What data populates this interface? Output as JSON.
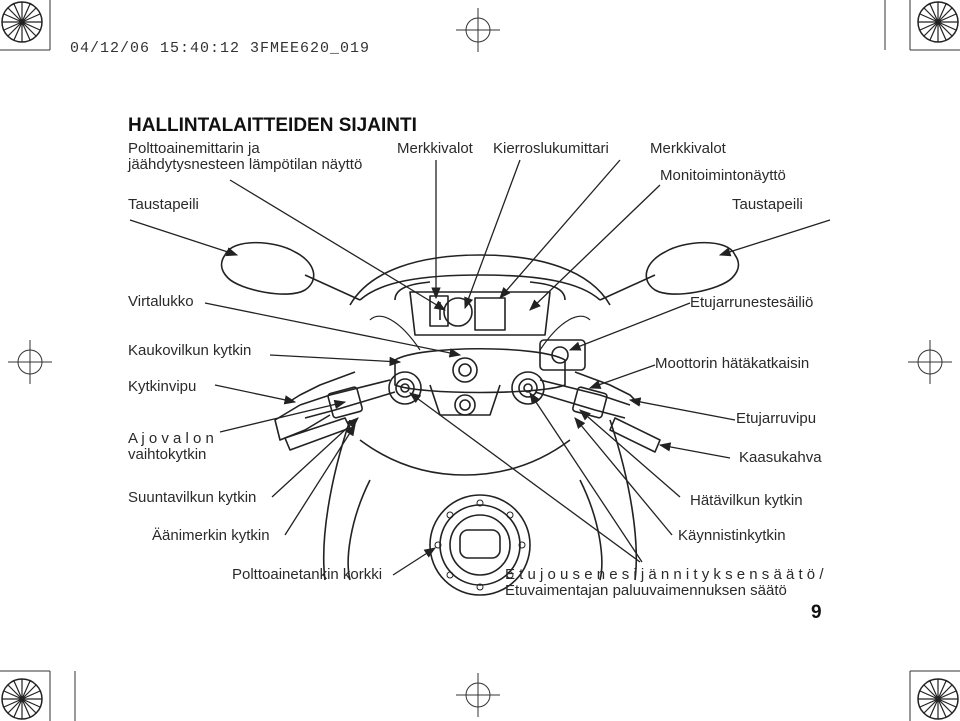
{
  "header": {
    "timestamp": "04/12/06 15:40:12 3FMEE620_019"
  },
  "title": "HALLINTALAITTEIDEN SIJAINTI",
  "page_number": "9",
  "labels": {
    "fuel_gauge_line1": "Polttoainemittarin ja",
    "fuel_gauge_line2": "jäähdytysnesteen lämpötilan näyttö",
    "indicator_left": "Merkkivalot",
    "tachometer": "Kierroslukumittari",
    "indicator_right": "Merkkivalot",
    "multi_display": "Monitoimintonäyttö",
    "mirror_left": "Taustapeili",
    "mirror_right": "Taustapeili",
    "ignition": "Virtalukko",
    "front_brake_reservoir": "Etujarrunestesäiliö",
    "high_beam_switch": "Kaukovilkun kytkin",
    "dimmer_switch": "Kytkinvipu",
    "headlight_line1": "A j o v a l o n",
    "headlight_line2": "vaihtokytkin",
    "engine_stop": "Moottorin hätäkatkaisin",
    "front_brake_lever": "Etujarruvipu",
    "throttle": "Kaasukahva",
    "turn_signal": "Suuntavilkun kytkin",
    "hazard": "Hätävilkun kytkin",
    "horn": "Äänimerkin kytkin",
    "starter": "Käynnistinkytkin",
    "fuel_cap": "Polttoainetankin korkki",
    "preload_line1": "E t u j o u s e n   e s i j ä n n i t y k s e n   s ä ä t ö /",
    "preload_line2": "Etuvaimentajan paluuvaimennuksen säätö"
  }
}
